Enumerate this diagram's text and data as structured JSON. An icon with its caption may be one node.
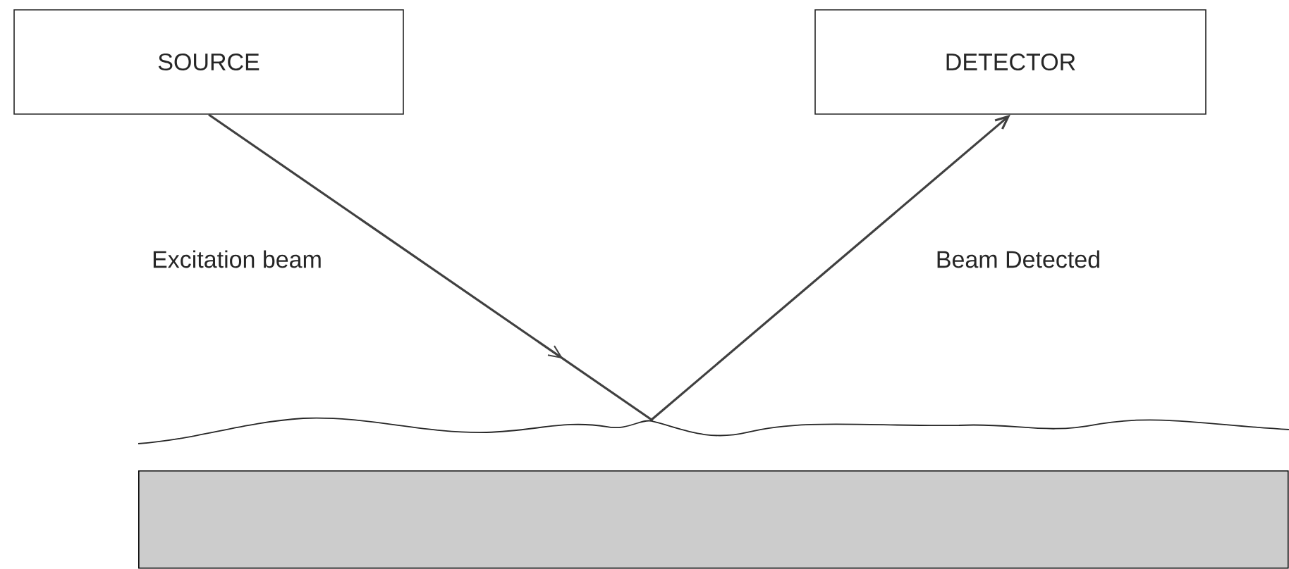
{
  "diagram": {
    "nodes": [
      {
        "text": [
          "SOURCE"
        ]
      },
      {
        "text": [
          "DETECTOR"
        ]
      },
      {
        "text": [],
        "shape": "point"
      },
      {
        "text": [],
        "shape": "box"
      }
    ],
    "edges": [
      {
        "from": 0,
        "to": 2,
        "arrow": "to",
        "label": "Excitation beam"
      },
      {
        "from": 2,
        "to": 1,
        "arrow": "to",
        "label": "Beam Detected"
      }
    ]
  }
}
